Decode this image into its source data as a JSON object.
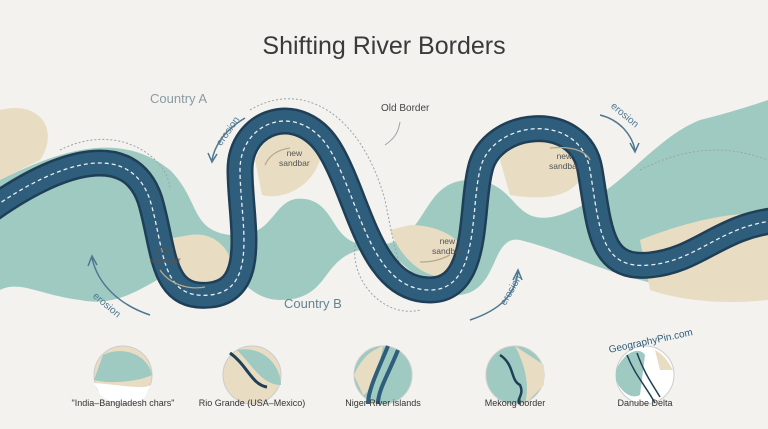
{
  "title": "Shifting River Borders",
  "labels": {
    "country_a": "Country A",
    "country_b": "Country B",
    "old_border": "Old Border",
    "erosion": "erosion",
    "new_sandbar": [
      "new",
      "sandbar"
    ]
  },
  "colors": {
    "river": "#2f5d7c",
    "river_edge": "#1f3f57",
    "teal": "#9fcac2",
    "sand": "#e8dcc3",
    "background": "#f3f2ee",
    "text": "#3a3a3a",
    "muted": "#8a9ba3"
  },
  "examples": [
    {
      "label": "\"India–Bangladesh chars\""
    },
    {
      "label": "Rio Grande (USA–Mexico)"
    },
    {
      "label": "Niger River islands"
    },
    {
      "label": "Mekong border"
    },
    {
      "label": "Danube Delta"
    }
  ],
  "watermark": "GeographyPin.com"
}
